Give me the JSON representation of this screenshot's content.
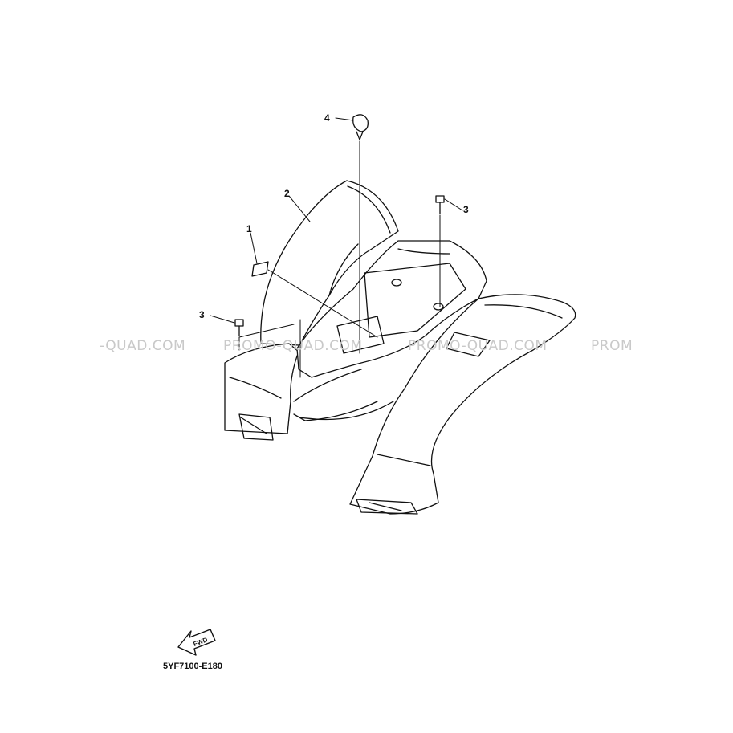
{
  "callouts": [
    "4",
    "2",
    "1",
    "3",
    "3"
  ],
  "watermark": {
    "left": "-QUAD.COM",
    "repeat": "PROMO-QUAD.COM",
    "right": "PROM"
  },
  "fwd_label": "FWD",
  "drawing_code": "5YF7100-E180",
  "colors": {
    "line": "#111111",
    "watermark": "#c9c9c9"
  }
}
